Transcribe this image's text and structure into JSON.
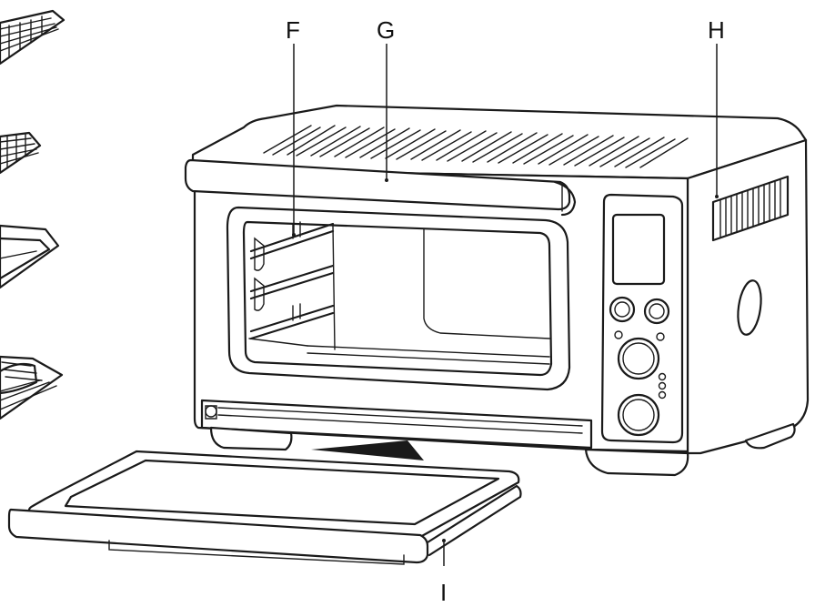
{
  "labels": {
    "F": "F",
    "G": "G",
    "H": "H",
    "I": "I"
  },
  "parts": {
    "oven": "toaster-oven",
    "crumb_tray": "crumb-tray",
    "accessories": [
      "wire-rack",
      "broil-rack",
      "roasting-pan",
      "air-fry-basket"
    ]
  }
}
